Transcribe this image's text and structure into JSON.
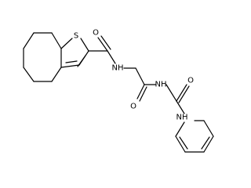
{
  "molecule": {
    "atom_labels": {
      "sulfur": "S",
      "oxygen_1": "O",
      "oxygen_2": "O",
      "oxygen_3": "O",
      "nitrogen_1": "NH",
      "nitrogen_2": "NH",
      "nitrogen_3": "NH"
    },
    "colors": {
      "bond": "#000000",
      "label": "#000000",
      "background": "#ffffff"
    }
  }
}
